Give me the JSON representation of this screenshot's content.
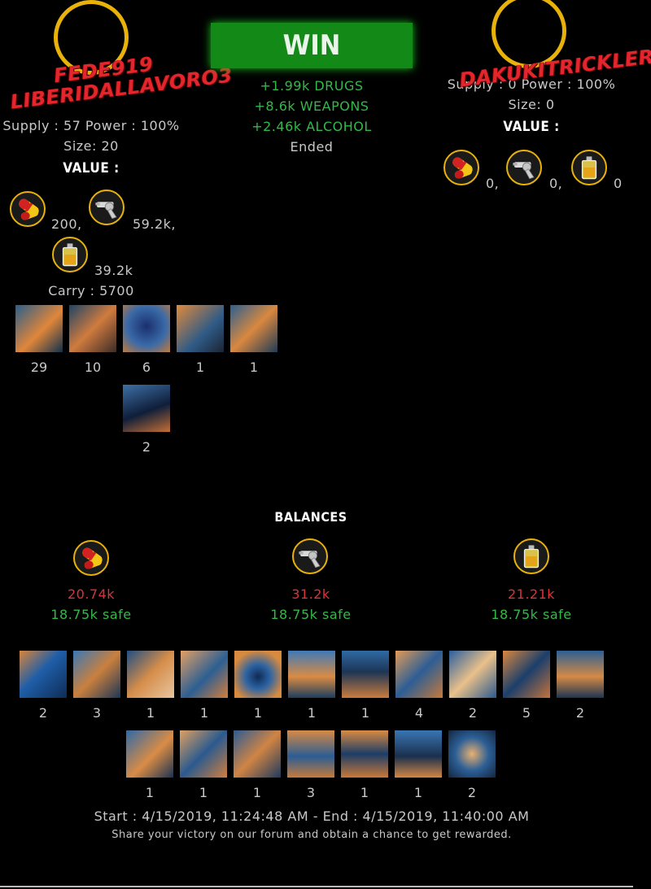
{
  "left_player": {
    "name_line1": "FEDE919",
    "name_line2": "LIBERIDALLAVORO3",
    "supply_power": "Supply : 57 Power : 100%",
    "size": "Size: 20",
    "value_label": "VALUE :",
    "values": [
      {
        "icon": "pills-icon",
        "amount": "200,"
      },
      {
        "icon": "revolver-icon",
        "amount": "59.2k,"
      },
      {
        "icon": "bottle-icon",
        "amount": "39.2k"
      }
    ],
    "carry": "Carry : 5700",
    "units": [
      {
        "name": "woman-gangster-card",
        "count": "29"
      },
      {
        "name": "brawler-card",
        "count": "10"
      },
      {
        "name": "hooded-gunman-card",
        "count": "6"
      },
      {
        "name": "phone-agent-card",
        "count": "1"
      },
      {
        "name": "sniper-card",
        "count": "1"
      },
      {
        "name": "boss-in-tuxedo-card",
        "count": "2"
      }
    ]
  },
  "result": {
    "label": "WIN",
    "gains": [
      "+1.99k DRUGS",
      "+8.6k WEAPONS",
      "+2.46k ALCOHOL"
    ],
    "status": "Ended"
  },
  "right_player": {
    "name": "DAKUKITRICKLER",
    "supply_power": "Supply : 0 Power : 100%",
    "size": "Size: 0",
    "value_label": "VALUE :",
    "values": [
      {
        "icon": "pills-icon",
        "amount": "0,"
      },
      {
        "icon": "revolver-icon",
        "amount": "0,"
      },
      {
        "icon": "bottle-icon",
        "amount": "0"
      }
    ]
  },
  "balances": {
    "title": "BALANCES",
    "items": [
      {
        "icon": "pills-icon",
        "amount": "20.74k",
        "safe": "18.75k safe"
      },
      {
        "icon": "revolver-icon",
        "amount": "31.2k",
        "safe": "18.75k safe"
      },
      {
        "icon": "bottle-icon",
        "amount": "21.21k",
        "safe": "18.75k safe"
      }
    ]
  },
  "buildings_row1": [
    {
      "name": "blue-barrels-card",
      "count": "2"
    },
    {
      "name": "workshop-card",
      "count": "3"
    },
    {
      "name": "desk-office-card",
      "count": "1"
    },
    {
      "name": "armory-card",
      "count": "1"
    },
    {
      "name": "barrel-tunnel-card",
      "count": "1"
    },
    {
      "name": "church-card",
      "count": "1"
    },
    {
      "name": "dockyard-card",
      "count": "1"
    },
    {
      "name": "warehouse-card",
      "count": "4"
    },
    {
      "name": "container-card",
      "count": "2"
    },
    {
      "name": "bar-card",
      "count": "5"
    },
    {
      "name": "hangar-card",
      "count": "2"
    }
  ],
  "buildings_row2": [
    {
      "name": "lab-worker-card",
      "count": "1"
    },
    {
      "name": "shop-interior-card",
      "count": "1"
    },
    {
      "name": "crates-card",
      "count": "1"
    },
    {
      "name": "street-card",
      "count": "3"
    },
    {
      "name": "factory-hall-card",
      "count": "1"
    },
    {
      "name": "distillery-card",
      "count": "1"
    },
    {
      "name": "corridor-card",
      "count": "2"
    }
  ],
  "footer": {
    "time_range": "Start : 4/15/2019, 11:24:48 AM - End : 4/15/2019, 11:40:00 AM",
    "share": "Share your victory on our forum and obtain a chance to get rewarded."
  },
  "colors": {
    "accent_gold": "#e8b20b",
    "win_green": "#138a18",
    "gain_green": "#35b84a",
    "balance_red": "#d8353a",
    "name_red": "#e3262d"
  }
}
